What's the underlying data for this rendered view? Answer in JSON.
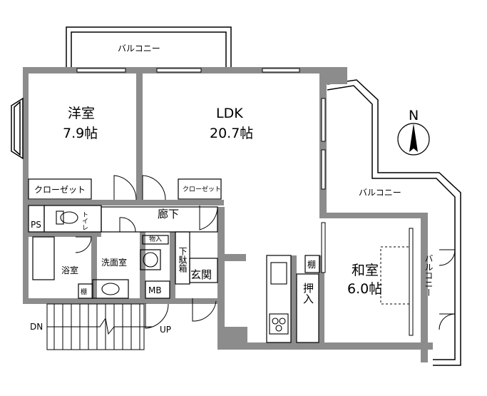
{
  "rooms": {
    "yoshitsu_name": "洋室",
    "yoshitsu_size": "7.9帖",
    "ldk_name": "LDK",
    "ldk_size": "20.7帖",
    "washitsu_name": "和室",
    "washitsu_size": "6.0帖",
    "corridor": "廊下",
    "entrance": "玄関",
    "bath": "浴室",
    "washroom": "洗面室",
    "toilet": "トイレ",
    "closet": "クローゼット",
    "closet_small": "クローゼット",
    "shoe_box": "下駄箱",
    "oshiire": "押入",
    "shelf_label": "棚",
    "shelf_label_wash": "棚",
    "storage_small": "物入",
    "ps": "PS",
    "mb": "MB"
  },
  "balconies": {
    "top": "バルコニー",
    "right": "バルコニー",
    "far_right": "バルコニー"
  },
  "stairs": {
    "down": "DN",
    "up": "UP"
  },
  "compass": {
    "north": "N"
  },
  "colors": {
    "wall": "#8c8c8c",
    "line": "#000000",
    "background": "#ffffff"
  }
}
